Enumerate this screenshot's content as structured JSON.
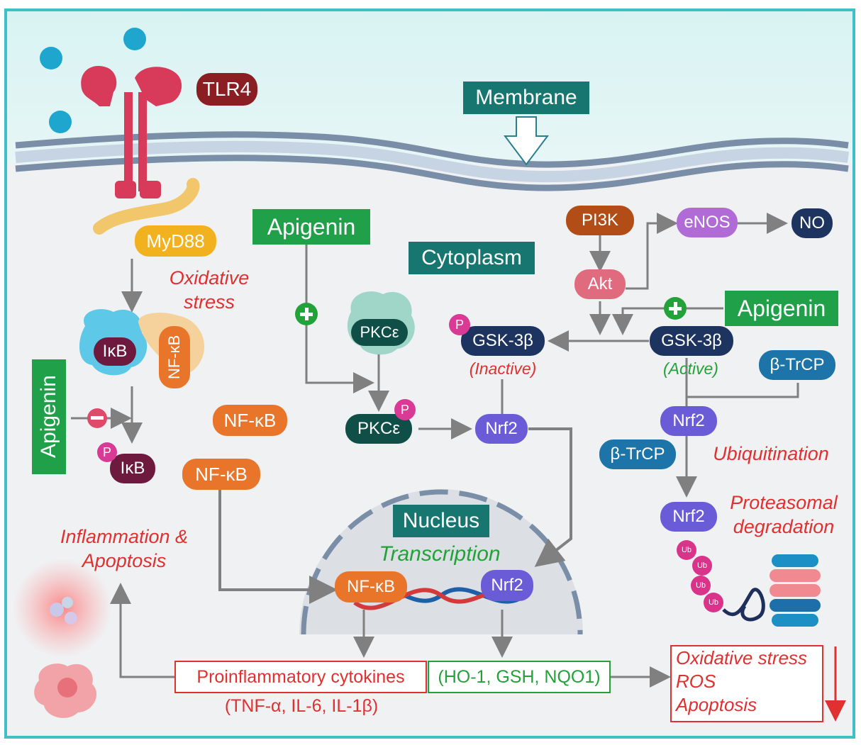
{
  "labels": {
    "tlr4": "TLR4",
    "membrane": "Membrane",
    "myd88": "MyD88",
    "oxidative_stress": "Oxidative stress",
    "ikb": "IκB",
    "nfkb_complex": "NF-κB",
    "apigenin_left": "Apigenin",
    "ikb_p": "IκB",
    "phospho": "P",
    "nfkb_1": "NF-κB",
    "nfkb_2": "NF-κB",
    "inflammation": "Inflammation & Apoptosis",
    "apigenin_mid": "Apigenin",
    "cytoplasm": "Cytoplasm",
    "pkce_1": "PKCε",
    "pkce_2": "PKCε",
    "pi3k": "PI3K",
    "akt": "Akt",
    "enos": "eNOS",
    "no": "NO",
    "apigenin_right": "Apigenin",
    "gsk_inactive": "GSK-3β",
    "inactive": "(Inactive)",
    "gsk_active": "GSK-3β",
    "active": "(Active)",
    "btrcp_1": "β-TrCP",
    "nrf2_mid": "Nrf2",
    "nrf2_right": "Nrf2",
    "btrcp_2": "β-TrCP",
    "ubiquitination": "Ubiquitination",
    "nrf2_low": "Nrf2",
    "proteasomal": "Proteasomal degradation",
    "nucleus": "Nucleus",
    "transcription": "Transcription",
    "nfkb_nuc": "NF-κB",
    "nrf2_nuc": "Nrf2",
    "ub": "Ub",
    "proinflammatory": "Proinflammatory cytokines",
    "cytokines_list": "(TNF-α, IL-6, IL-1β)",
    "antioxidants": "(HO-1, GSH, NQO1)",
    "outcome_1": "Oxidative stress",
    "outcome_2": "ROS",
    "outcome_3": "Apoptosis"
  },
  "colors": {
    "frame": "#3fbfc6",
    "teal_label": "#17766f",
    "apigenin_green": "#21a04a",
    "orange": "#e8752a",
    "maroon": "#6e1a3f",
    "dark_teal": "#0f4f47",
    "navy": "#1d3461",
    "purple": "#6a5bd6",
    "blue": "#1c74a8",
    "red_text": "#e03030",
    "pink_p": "#d93a96"
  }
}
